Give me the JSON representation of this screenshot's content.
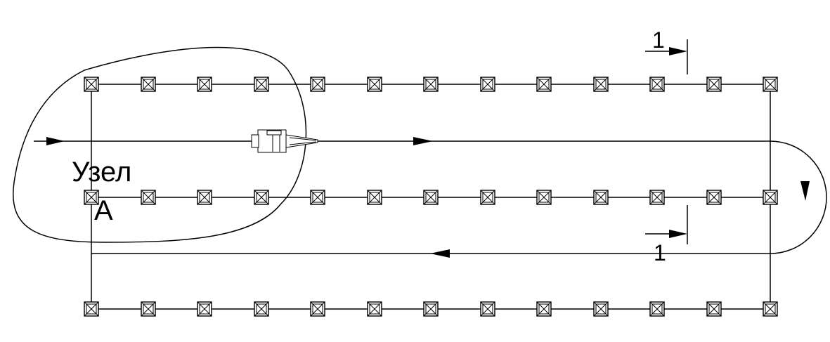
{
  "labels": {
    "node_word": "Узел",
    "node_letter": "А",
    "section_top": "1",
    "section_bottom": "1"
  },
  "colors": {
    "line": "#000000",
    "background": "#ffffff"
  },
  "icons": {
    "column": "column-icon",
    "vehicle": "machine-icon",
    "arrow": "direction-arrow-icon"
  }
}
